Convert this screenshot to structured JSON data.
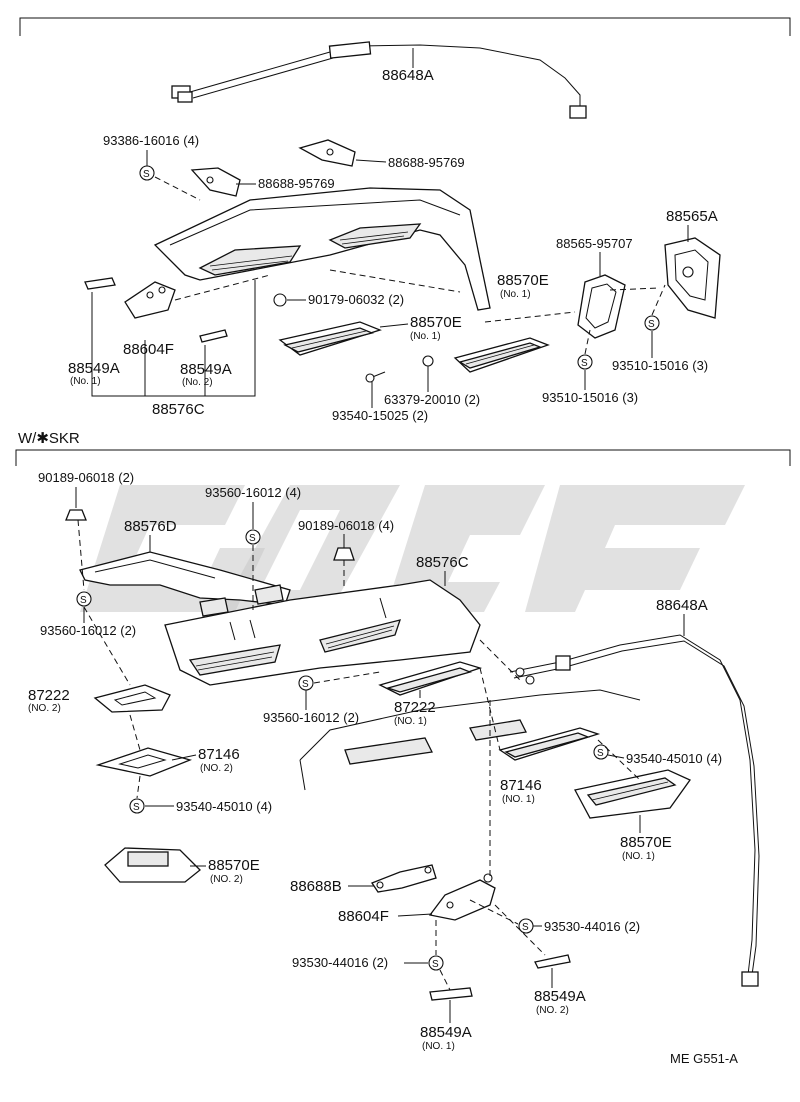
{
  "section_label": "W/✱SKR",
  "figure_code": "ME  G551-A",
  "watermark": "toyota",
  "top_section": {
    "labels": [
      {
        "id": "t1",
        "code": "88648A"
      },
      {
        "id": "t2",
        "code": "93386-16016 (4)"
      },
      {
        "id": "t3",
        "code": "88688-95769"
      },
      {
        "id": "t4",
        "code": "88688-95769"
      },
      {
        "id": "t5",
        "code": "88565A"
      },
      {
        "id": "t6",
        "code": "88565-95707"
      },
      {
        "id": "t7",
        "code": "88570E",
        "note": "(No. 1)"
      },
      {
        "id": "t8",
        "code": "90179-06032 (2)"
      },
      {
        "id": "t9",
        "code": "88570E",
        "note": "(No. 1)"
      },
      {
        "id": "t10",
        "code": "93510-15016 (3)"
      },
      {
        "id": "t11",
        "code": "93510-15016 (3)"
      },
      {
        "id": "t12",
        "code": "88549A",
        "note": "(No. 1)"
      },
      {
        "id": "t13",
        "code": "88604F"
      },
      {
        "id": "t14",
        "code": "88549A",
        "note": "(No. 2)"
      },
      {
        "id": "t15",
        "code": "88576C"
      },
      {
        "id": "t16",
        "code": "63379-20010 (2)"
      },
      {
        "id": "t17",
        "code": "93540-15025 (2)"
      }
    ]
  },
  "bottom_section": {
    "labels": [
      {
        "id": "b1",
        "code": "90189-06018 (2)"
      },
      {
        "id": "b2",
        "code": "93560-16012 (4)"
      },
      {
        "id": "b3",
        "code": "90189-06018 (4)"
      },
      {
        "id": "b4",
        "code": "88576D"
      },
      {
        "id": "b5",
        "code": "88576C"
      },
      {
        "id": "b6",
        "code": "93560-16012 (2)"
      },
      {
        "id": "b7",
        "code": "88648A"
      },
      {
        "id": "b8",
        "code": "87222",
        "note": "(NO. 2)"
      },
      {
        "id": "b9",
        "code": "93560-16012 (2)"
      },
      {
        "id": "b10",
        "code": "87222",
        "note": "(NO. 1)"
      },
      {
        "id": "b11",
        "code": "87146",
        "note": "(NO. 2)"
      },
      {
        "id": "b12",
        "code": "93540-45010 (4)"
      },
      {
        "id": "b13",
        "code": "93540-45010 (4)"
      },
      {
        "id": "b14",
        "code": "87146",
        "note": "(NO. 1)"
      },
      {
        "id": "b15",
        "code": "88570E",
        "note": "(NO. 1)"
      },
      {
        "id": "b16",
        "code": "88570E",
        "note": "(NO. 2)"
      },
      {
        "id": "b17",
        "code": "88688B"
      },
      {
        "id": "b18",
        "code": "88604F"
      },
      {
        "id": "b19",
        "code": "93530-44016 (2)"
      },
      {
        "id": "b20",
        "code": "93530-44016 (2)"
      },
      {
        "id": "b21",
        "code": "88549A",
        "note": "(NO. 2)"
      },
      {
        "id": "b22",
        "code": "88549A",
        "note": "(NO. 1)"
      }
    ]
  }
}
